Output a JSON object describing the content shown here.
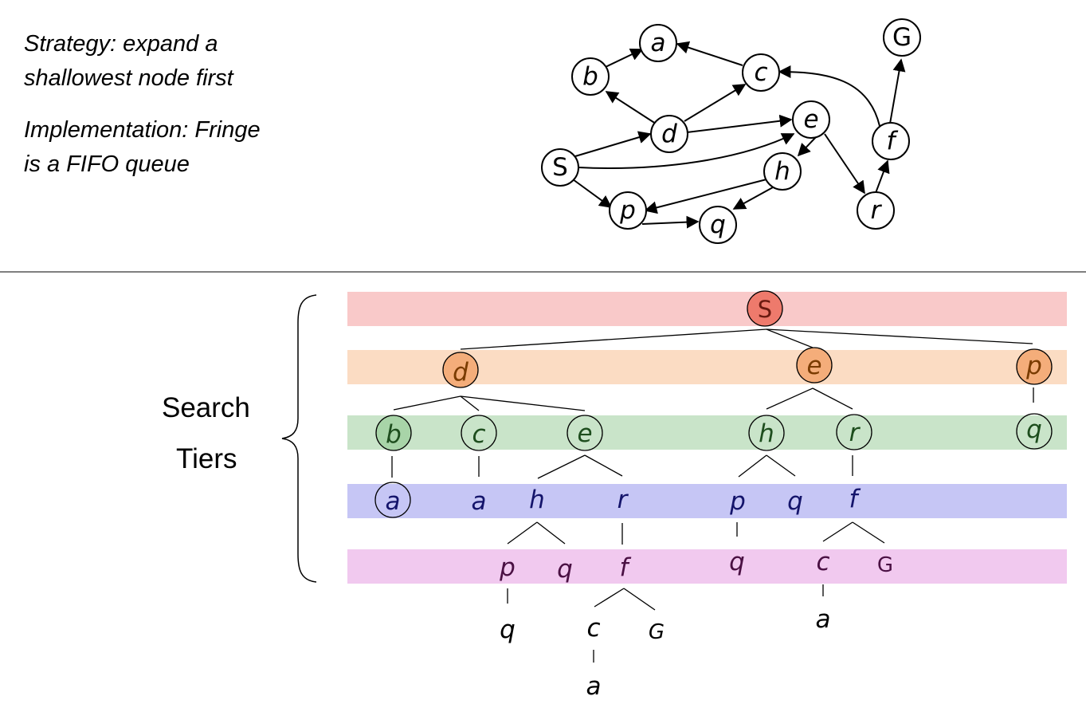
{
  "strategy_text": {
    "line1": "Strategy: expand a",
    "line2": "shallowest node first",
    "line3": "Implementation: Fringe",
    "line4": "is a FIFO queue"
  },
  "tier_label": {
    "line1": "Search",
    "line2": "Tiers"
  },
  "colors": {
    "tier0": "#f9c9c9",
    "tier1": "#fbdcc3",
    "tier2": "#c9e4c9",
    "tier3": "#c6c6f5",
    "tier4": "#f1c9ef",
    "node_root": "#ee7a6c",
    "node_d1": "#f4ad7a",
    "node_d2": "#a8d4a8"
  },
  "graph": {
    "nodes": [
      "a",
      "b",
      "c",
      "d",
      "e",
      "S",
      "h",
      "p",
      "q",
      "f",
      "r",
      "G"
    ],
    "edges": [
      [
        "b",
        "a"
      ],
      [
        "c",
        "a"
      ],
      [
        "d",
        "b"
      ],
      [
        "d",
        "c"
      ],
      [
        "d",
        "e"
      ],
      [
        "S",
        "d"
      ],
      [
        "S",
        "e"
      ],
      [
        "S",
        "p"
      ],
      [
        "e",
        "h"
      ],
      [
        "e",
        "r"
      ],
      [
        "h",
        "p"
      ],
      [
        "h",
        "q"
      ],
      [
        "p",
        "q"
      ],
      [
        "r",
        "f"
      ],
      [
        "f",
        "c"
      ],
      [
        "f",
        "G"
      ]
    ]
  },
  "tree": {
    "tier0": [
      "S"
    ],
    "tier1": [
      "d",
      "e",
      "p"
    ],
    "tier2": [
      "b",
      "c",
      "e",
      "h",
      "r",
      "q"
    ],
    "tier3": [
      "a",
      "a",
      "h",
      "r",
      "p",
      "q",
      "f"
    ],
    "tier4": [
      "p",
      "q",
      "f",
      "q",
      "c",
      "G"
    ],
    "tier5": [
      "q",
      "c",
      "G",
      "a"
    ],
    "tier6": [
      "a"
    ]
  }
}
